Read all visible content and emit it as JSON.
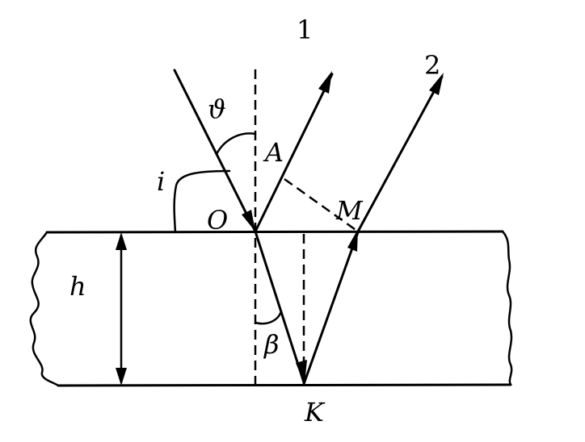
{
  "labels": {
    "ray1": "1",
    "ray2": "2",
    "theta": "ϑ",
    "i": "i",
    "A": "A",
    "O": "O",
    "M": "M",
    "h": "h",
    "beta": "β",
    "K": "K"
  }
}
